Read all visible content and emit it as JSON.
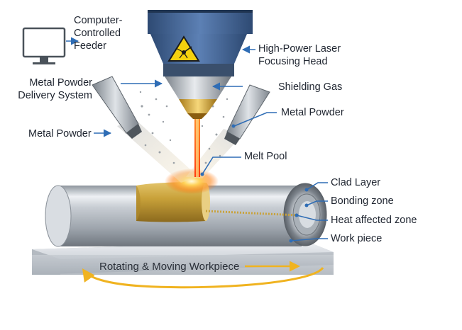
{
  "labels": {
    "feeder": [
      "Computer-",
      "Controlled",
      "Feeder"
    ],
    "laser_head": [
      "High-Power Laser",
      "Focusing Head"
    ],
    "powder_delivery": [
      "Metal Powder",
      "Delivery System"
    ],
    "shielding_gas": "Shielding Gas",
    "metal_powder_right": "Metal Powder",
    "metal_powder_left": "Metal Powder",
    "melt_pool": "Melt Pool",
    "clad_layer": "Clad Layer",
    "bonding_zone": "Bonding zone",
    "heat_affected_zone": "Heat affected zone",
    "work_piece": "Work piece",
    "platform_caption": "Rotating & Moving Workpiece"
  },
  "icons": {
    "monitor": "computer-monitor-icon",
    "laser_warning": "laser-hazard-warning-icon"
  },
  "colors": {
    "leader_line": "#2f6db5",
    "laser_beam": "#ff5a1a",
    "clad_gold": "#c9a23a",
    "head_blue": "#3d5f8f",
    "rotation_arrow": "#f0b320"
  }
}
